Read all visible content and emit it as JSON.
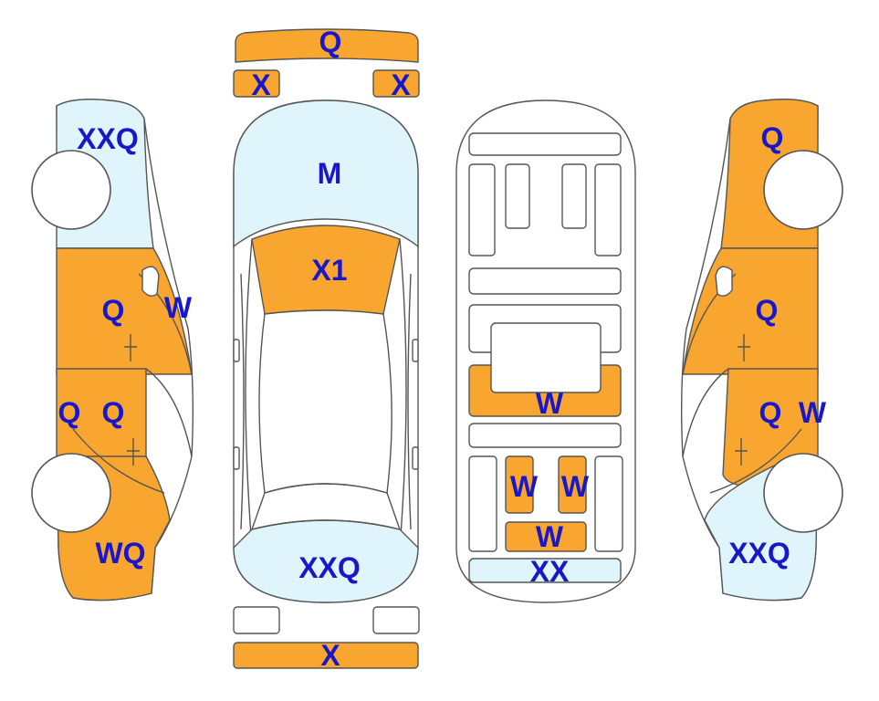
{
  "colors": {
    "damaged_panel": "#f9a630",
    "glass_panel": "#dff5fb",
    "label_text": "#1818c8",
    "outline": "#555555"
  },
  "top_view": {
    "front_bumper": "Q",
    "headlight_left": "X",
    "headlight_right": "X",
    "windshield": "M",
    "hood": "X1",
    "rear_window": "XXQ",
    "rear_bumper": "X"
  },
  "left_side": {
    "front_quarter": "XXQ",
    "front_door": "Q",
    "front_door_glass": "W",
    "rear_door": "Q",
    "rocker": "Q",
    "rear_quarter": "WQ"
  },
  "right_side": {
    "front_quarter": "Q",
    "front_door": "Q",
    "rear_door": "Q",
    "rear_door_glass": "W",
    "rear_quarter": "XXQ"
  },
  "interior": {
    "center_console": "W",
    "rear_seat_left": "W",
    "rear_seat_right": "W",
    "rear_bench": "W",
    "trunk": "XX"
  }
}
